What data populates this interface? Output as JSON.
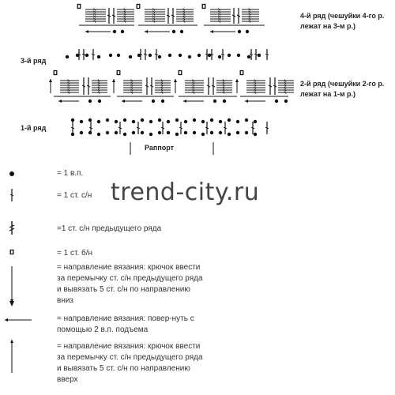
{
  "diagram": {
    "rows": {
      "row4_note": "4-й ряд (чешуйки 4-го р. лежат на 3-м р.)",
      "row3_label": "3-й ряд",
      "row2_note": "2-й ряд (чешуйки 2-го р. лежат на 1-м р.)",
      "row1_label": "1-й ряд"
    },
    "rapport_label": "Раппорт"
  },
  "watermark": "trend-city.ru",
  "legend": [
    {
      "icon": "dot-chain-stitch-icon",
      "text": "= 1 в.п."
    },
    {
      "icon": "double-crochet-icon",
      "text": "= 1 ст. с/н"
    },
    {
      "icon": "previous-row-double-crochet-icon",
      "text": "=1 ст. с/н предыдущего ряда"
    },
    {
      "icon": "single-crochet-icon",
      "text": "= 1 ст. б/н"
    },
    {
      "icon": "arrow-down-icon",
      "text": "= направление вязания: крючок ввести за перемычку ст. с/н предыдущего ряда и вывязать 5 ст. с/н по направлению вниз"
    },
    {
      "icon": "arrow-left-icon",
      "text": "= направление вязания: повер-нуть с помощью 2 в.п. подъема"
    },
    {
      "icon": "arrow-up-icon",
      "text": "= направление вязания: крючок ввести за перемычку ст. с/н предыдущего ряда и вывязать 5 ст. с/н по направлению вверх"
    }
  ]
}
